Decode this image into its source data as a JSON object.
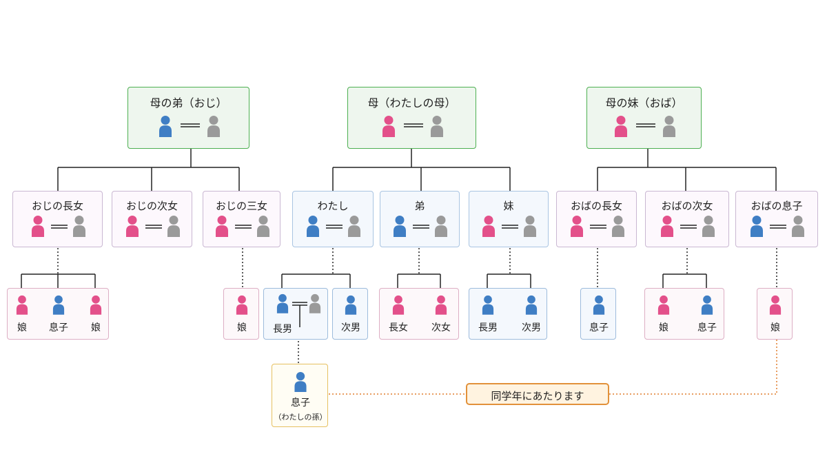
{
  "colors": {
    "male": "#3f7ec4",
    "female": "#e3508a",
    "spouse": "#9a9a9a",
    "line": "#222222",
    "dotted_line": "#e07b2a"
  },
  "icons": {
    "person": "person-icon",
    "marriage": "double-line-marriage-icon"
  },
  "generation1": [
    {
      "label": "母の弟（おじ）",
      "self": "male"
    },
    {
      "label": "母（わたしの母）",
      "self": "female"
    },
    {
      "label": "母の妹（おば）",
      "self": "female"
    }
  ],
  "generation2": [
    {
      "label": "おじの長女",
      "self": "female"
    },
    {
      "label": "おじの次女",
      "self": "female"
    },
    {
      "label": "おじの三女",
      "self": "female"
    },
    {
      "label": "わたし",
      "self": "male"
    },
    {
      "label": "弟",
      "self": "male"
    },
    {
      "label": "妹",
      "self": "female"
    },
    {
      "label": "おばの長女",
      "self": "female"
    },
    {
      "label": "おばの次女",
      "self": "female"
    },
    {
      "label": "おばの息子",
      "self": "male"
    }
  ],
  "generation3": {
    "uncle_eldest_children": [
      {
        "label": "娘",
        "gender": "female"
      },
      {
        "label": "息子",
        "gender": "male"
      },
      {
        "label": "娘",
        "gender": "female"
      }
    ],
    "uncle_third_children": [
      {
        "label": "娘",
        "gender": "female"
      }
    ],
    "my_eldest_son": {
      "label": "長男",
      "gender": "male"
    },
    "my_second_son": {
      "label": "次男",
      "gender": "male"
    },
    "brother_children": [
      {
        "label": "長女",
        "gender": "female"
      },
      {
        "label": "次女",
        "gender": "female"
      }
    ],
    "sister_children": [
      {
        "label": "長男",
        "gender": "male"
      },
      {
        "label": "次男",
        "gender": "male"
      }
    ],
    "aunt_eldest_children": [
      {
        "label": "息子",
        "gender": "male"
      }
    ],
    "aunt_second_children": [
      {
        "label": "娘",
        "gender": "female"
      },
      {
        "label": "息子",
        "gender": "male"
      }
    ],
    "aunt_son_children": [
      {
        "label": "娘",
        "gender": "female"
      }
    ]
  },
  "generation4": {
    "label": "息子",
    "sub": "（わたしの孫）",
    "gender": "male"
  },
  "note": "同学年にあたります"
}
